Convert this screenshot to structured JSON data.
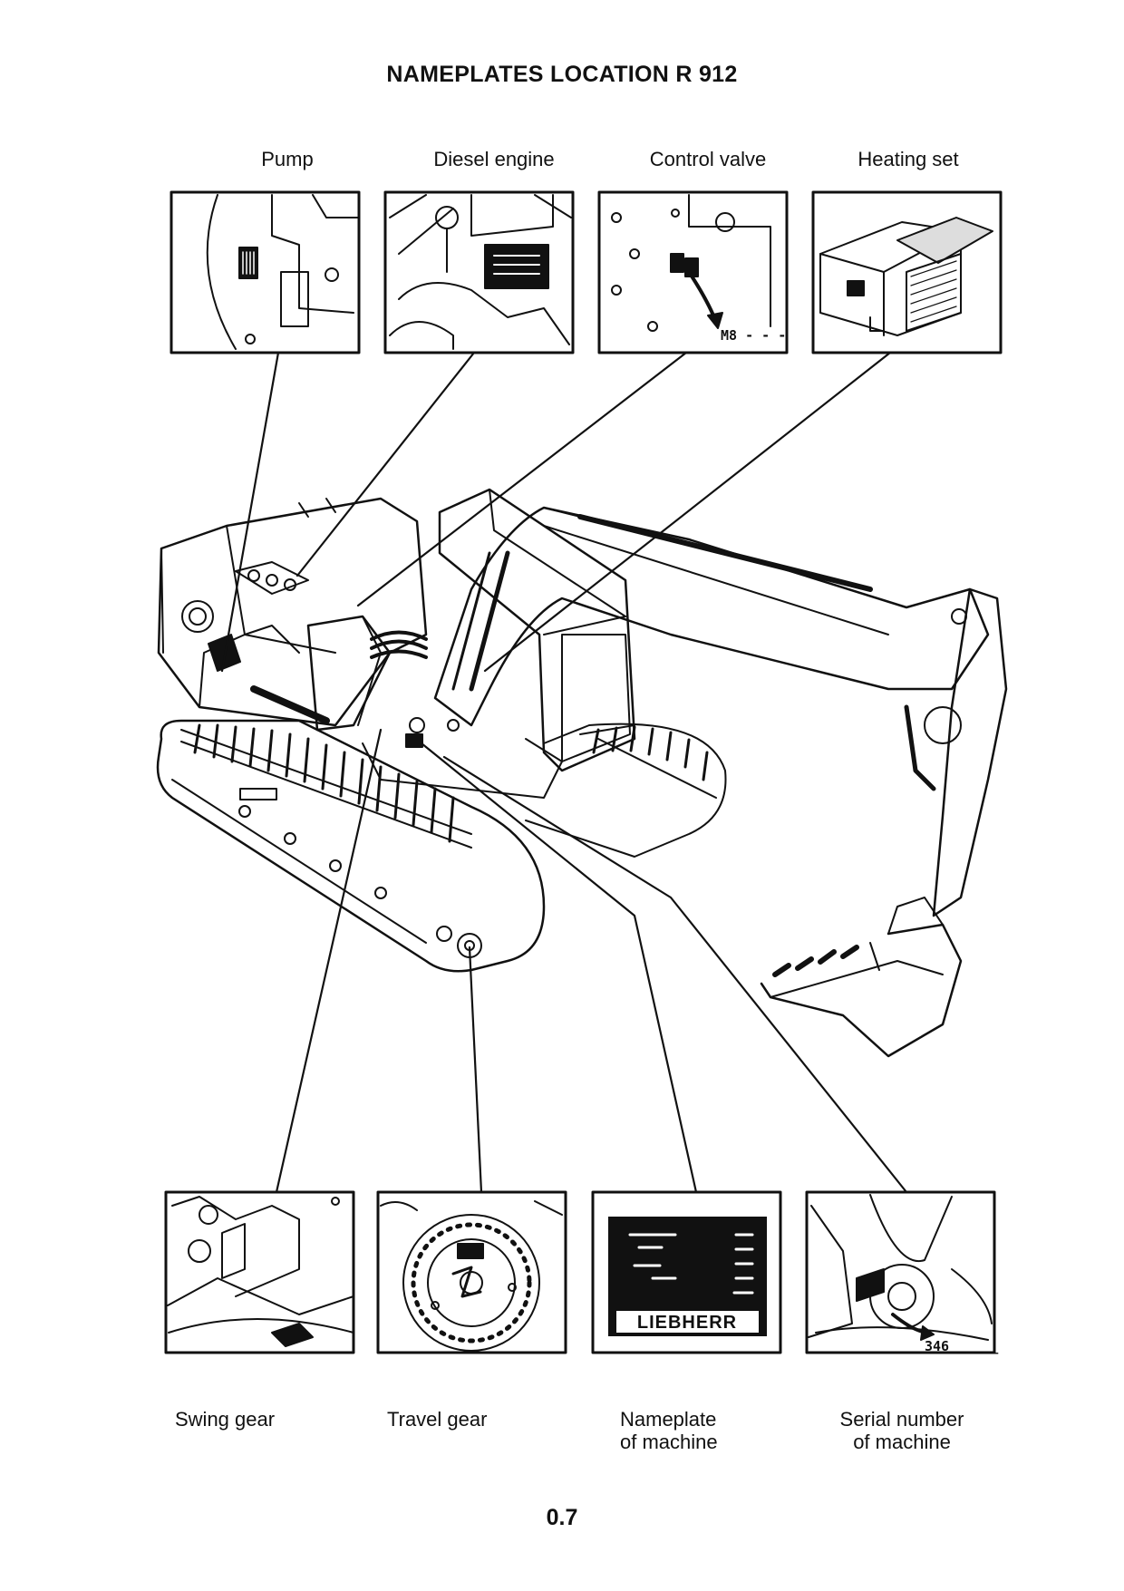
{
  "title": "NAMEPLATES LOCATION  R 912",
  "top_labels": {
    "pump": "Pump",
    "diesel_engine": "Diesel engine",
    "control_valve": "Control valve",
    "heating_set": "Heating set"
  },
  "bottom_labels": {
    "swing_gear": "Swing gear",
    "travel_gear": "Travel gear",
    "nameplate_line1": "Nameplate",
    "nameplate_line2": "of machine",
    "serial_line1": "Serial number",
    "serial_line2": "of machine"
  },
  "inset_text": {
    "control_valve_code": "M8 - - -",
    "serial_code": "346 _ _ _",
    "brand": "LIEBHERR"
  },
  "page_number": "0.7"
}
